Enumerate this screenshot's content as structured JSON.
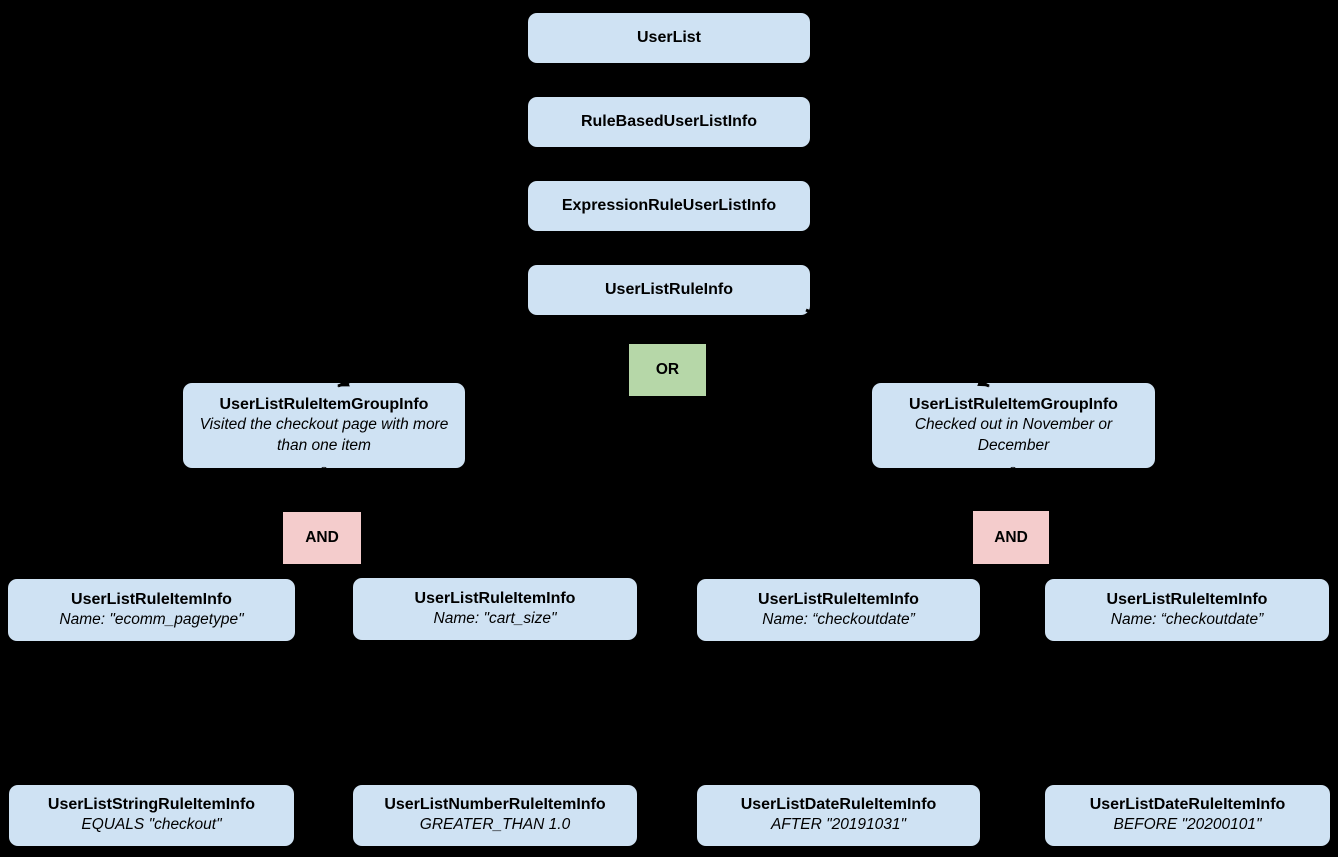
{
  "diagram": {
    "background_color": "#000000",
    "colors": {
      "class_box": "#cfe2f3",
      "or_box": "#b6d7a8",
      "and_box": "#f4cccc",
      "text": "#000000",
      "connector": "#000000"
    },
    "chain": [
      {
        "title": "UserList"
      },
      {
        "title": "RuleBasedUserListInfo"
      },
      {
        "title": "ExpressionRuleUserListInfo"
      },
      {
        "title": "UserListRuleInfo"
      }
    ],
    "operators": {
      "or": "OR",
      "and_left": "AND",
      "and_right": "AND"
    },
    "groups": [
      {
        "title": "UserListRuleItemGroupInfo",
        "subtitle": "Visited the checkout page with more than one item"
      },
      {
        "title": "UserListRuleItemGroupInfo",
        "subtitle": "Checked out in November or December"
      }
    ],
    "rule_items": [
      {
        "title": "UserListRuleItemInfo",
        "subtitle": "Name: \"ecomm_pagetype\""
      },
      {
        "title": "UserListRuleItemInfo",
        "subtitle": "Name: \"cart_size\""
      },
      {
        "title": "UserListRuleItemInfo",
        "subtitle": "Name: “checkoutdate”"
      },
      {
        "title": "UserListRuleItemInfo",
        "subtitle": "Name: “checkoutdate”"
      }
    ],
    "operands": [
      {
        "title": "UserListStringRuleItemInfo",
        "subtitle": "EQUALS \"checkout\""
      },
      {
        "title": "UserListNumberRuleItemInfo",
        "subtitle": "GREATER_THAN 1.0"
      },
      {
        "title": "UserListDateRuleItemInfo",
        "subtitle": "AFTER \"20191031\""
      },
      {
        "title": "UserListDateRuleItemInfo",
        "subtitle": "BEFORE \"20200101\""
      }
    ]
  }
}
